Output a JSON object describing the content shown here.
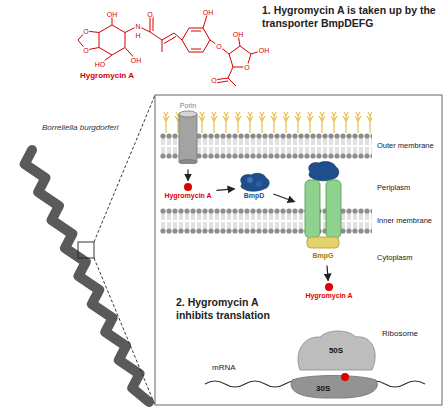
{
  "diagram": {
    "nodes": [
      {
        "text": [
          "Porin"
        ]
      },
      {
        "text": [
          "Hygromycin A"
        ]
      },
      {
        "text": [
          "BmpD"
        ]
      },
      {
        "text": [
          "BmpG"
        ]
      },
      {
        "text": [
          "Hygromycin A"
        ]
      },
      {
        "text": [
          "Ribosome"
        ]
      },
      {
        "text": [
          "50S"
        ],
        "in": 5
      },
      {
        "text": [
          "30S"
        ],
        "in": 5
      }
    ],
    "edges": [
      {
        "from": 0,
        "to": 1,
        "arrow": "to"
      },
      {
        "from": 1,
        "to": 2,
        "arrow": "to"
      },
      {
        "from": 2,
        "to": 3,
        "arrow": "to"
      },
      {
        "from": 3,
        "to": 4,
        "arrow": "to"
      }
    ],
    "labels": [
      "Hygromycin A",
      "OH",
      "O",
      "O",
      "HO",
      "OH",
      "N",
      "H",
      "O",
      "OH",
      "O",
      "OH",
      "OH",
      "O",
      "O",
      "1. Hygromycin A is taken up by the transporter BmpDEFG",
      "Borreliella burgdorferi",
      "Outer membrane",
      "Periplasm",
      "Inner membrane",
      "Cytoplasm",
      "2. Hygromycin A inhibits translation",
      "mRNA"
    ]
  }
}
